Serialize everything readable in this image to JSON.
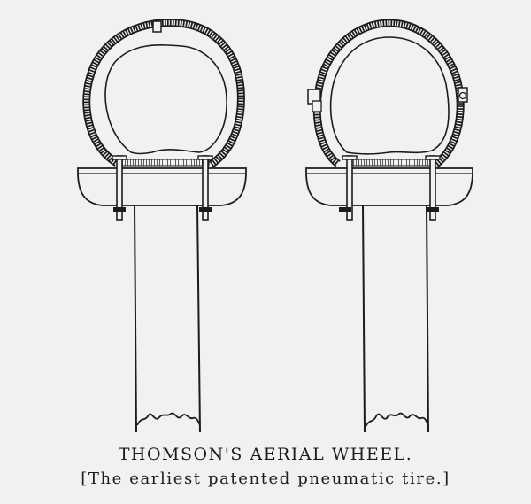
{
  "figure": {
    "title": "THOMSON'S AERIAL WHEEL.",
    "subtitle": "[The earliest patented pneumatic tire.]",
    "ink_color": "#1c1c1c",
    "paper_color": "#f1f1ef",
    "panels": [
      {
        "id": "left",
        "description": "Cross-section of tire with valve at top, tire bolted to rim, spoke below"
      },
      {
        "id": "right",
        "description": "Cross-section of tire with side fasteners, tire bolted to rim, spoke below"
      }
    ]
  }
}
